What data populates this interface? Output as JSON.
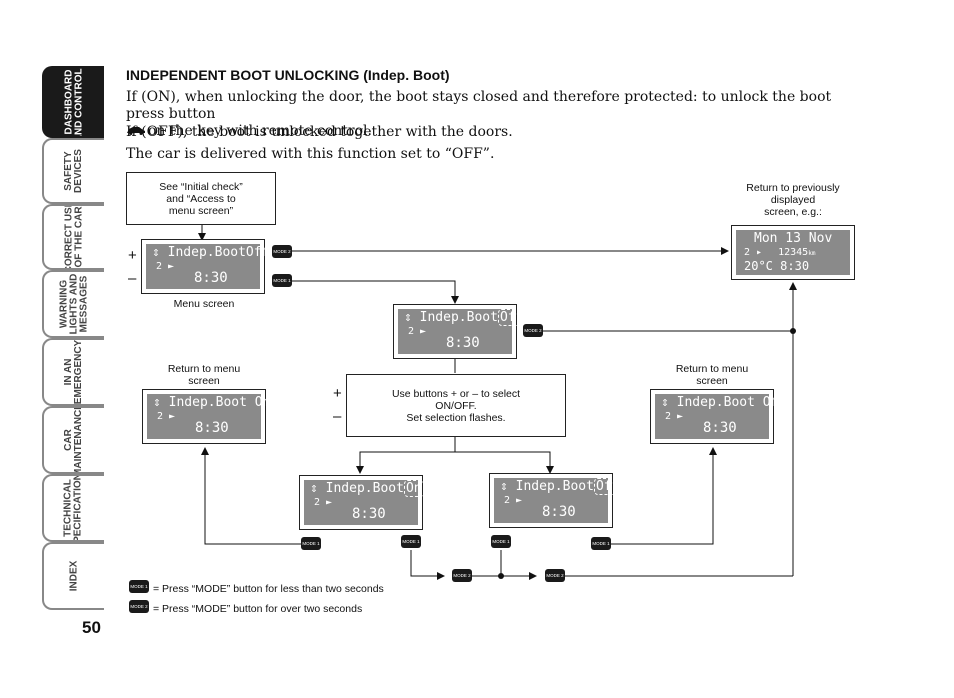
{
  "sidebar": {
    "tabs": [
      {
        "label": "DASHBOARD\nAND CONTROLS",
        "active": true
      },
      {
        "label": "SAFETY\nDEVICES",
        "active": false
      },
      {
        "label": "CORRECT USE\nOF THE CAR",
        "active": false
      },
      {
        "label": "WARNING\nLIGHTS AND\nMESSAGES",
        "active": false
      },
      {
        "label": "IN AN\nEMERGENCY",
        "active": false
      },
      {
        "label": "CAR\nMAINTENANCE",
        "active": false
      },
      {
        "label": "TECHNICAL\nSPECIFICATIONS",
        "active": false
      },
      {
        "label": "INDEX",
        "active": false
      }
    ],
    "page_number": "50"
  },
  "content": {
    "heading": "INDEPENDENT BOOT UNLOCKING (Indep. Boot)",
    "para1a": "If (ON), when unlocking the door, the boot stays closed and therefore protected: to unlock the boot press button",
    "para1b": "on the key with remote control.",
    "para2": "If (OFF), the boot is unlocked together with the doors.",
    "para3": "The car is delivered with this function set to “OFF”."
  },
  "diagram": {
    "note_initial": "See “Initial check”\nand “Access to\nmenu screen”",
    "note_return_prev": "Return to previously\ndisplayed\nscreen, e.g.:",
    "menu_screen_label": "Menu screen",
    "return_menu_left": "Return to menu\nscreen",
    "return_menu_right": "Return to menu\nscreen",
    "instruction": "Use buttons + or – to select\nON/OFF.\nSet selection flashes.",
    "plus": "+",
    "minus": "–",
    "display_menu": {
      "line1": "Indep.BootOff",
      "line2": "2 ►",
      "line3": "8:30"
    },
    "display_prev": {
      "line1": "Mon 13 Nov",
      "line2a": "2",
      "odo": "12345",
      "unit": "km",
      "temp": "20°C",
      "time": "8:30"
    },
    "display_sel": {
      "line1": "Indep.Boot",
      "value": "Off",
      "line2": "2 ►",
      "line3": "8:30"
    },
    "display_ret_on": {
      "line1": "Indep.Boot On",
      "line2": "2 ►",
      "line3": "8:30"
    },
    "display_ret_off": {
      "line1": "Indep.Boot Off",
      "line2": "2 ►",
      "line3": "8:30"
    },
    "display_on": {
      "line1": "Indep.Boot",
      "value": "On",
      "line2": "2 ►",
      "line3": "8:30"
    },
    "display_off": {
      "line1": "Indep.Boot",
      "value": "Off",
      "line2": "2 ►",
      "line3": "8:30"
    },
    "mode1": "MODE 1",
    "mode2": "MODE 2"
  },
  "legend": {
    "mode1_text": "= Press “MODE” button for less than two seconds",
    "mode2_text": "= Press “MODE” button for over two seconds"
  }
}
